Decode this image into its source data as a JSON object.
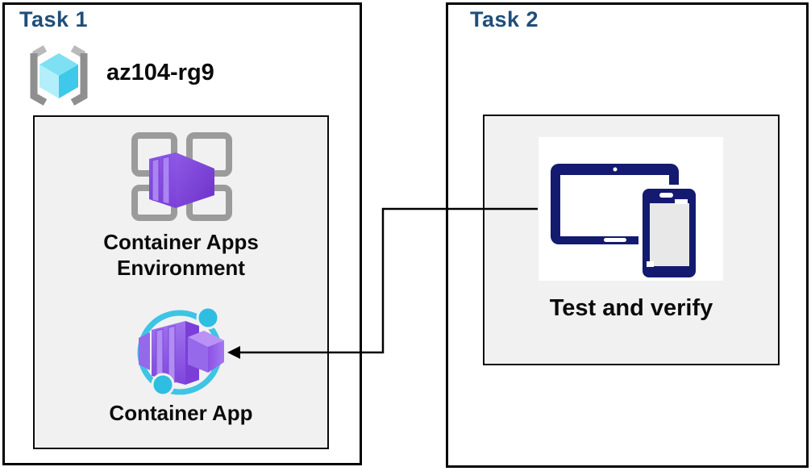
{
  "task1": {
    "title": "Task 1",
    "resource_group": {
      "name": "az104-rg9",
      "icon": "resource-group-icon"
    },
    "environment": {
      "label_line1": "Container Apps",
      "label_line2": "Environment",
      "icon": "container-apps-environment-icon"
    },
    "app": {
      "label": "Container App",
      "icon": "container-app-icon"
    }
  },
  "task2": {
    "title": "Task 2",
    "verify": {
      "label": "Test and verify",
      "icon": "tablet-and-phone-icon"
    }
  },
  "connector": {
    "from": "test-and-verify",
    "to": "container-app",
    "shape": "elbow-arrow-left"
  },
  "colors": {
    "task_title": "#1F4E79",
    "box_border": "#000000",
    "panel_background": "#F1F1F2",
    "purple": "#8A52E2",
    "cyan": "#3EC4E4",
    "navy": "#131A70",
    "icon_gray": "#9B9B9B"
  }
}
